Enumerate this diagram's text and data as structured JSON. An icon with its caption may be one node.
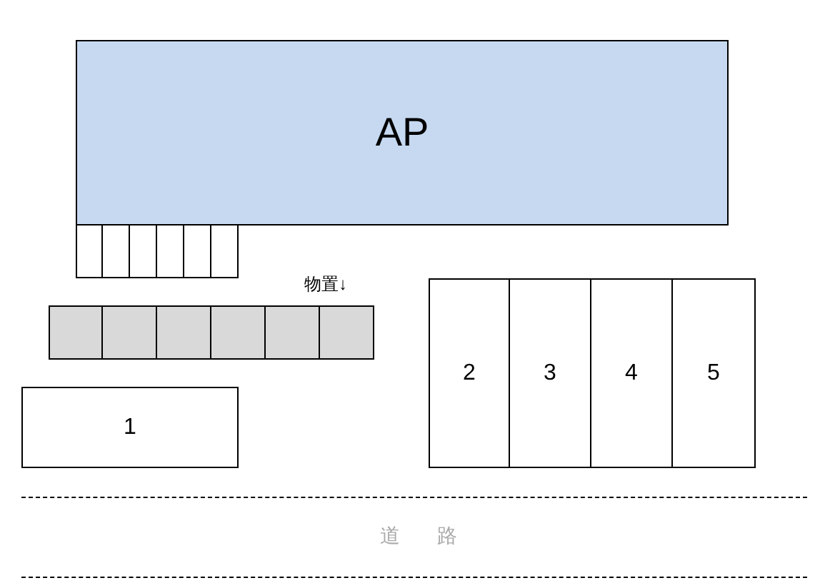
{
  "diagram": {
    "nodes": [
      {
        "text": [
          "AP"
        ]
      },
      {
        "text": [],
        "shape": "box"
      },
      {
        "text": [],
        "shape": "box"
      },
      {
        "text": [],
        "shape": "box"
      },
      {
        "text": [],
        "shape": "box"
      },
      {
        "text": [],
        "shape": "box"
      },
      {
        "text": [],
        "shape": "box"
      },
      {
        "text": [],
        "shape": "box"
      },
      {
        "text": [],
        "shape": "box"
      },
      {
        "text": [],
        "shape": "box"
      },
      {
        "text": [],
        "shape": "box"
      },
      {
        "text": [],
        "shape": "box"
      },
      {
        "text": [],
        "shape": "box"
      },
      {
        "text": [
          "2"
        ]
      },
      {
        "text": [
          "3"
        ]
      },
      {
        "text": [
          "4"
        ]
      },
      {
        "text": [
          "5"
        ]
      },
      {
        "text": [
          "1"
        ]
      }
    ],
    "labels": [
      "物置↓",
      "道　路"
    ]
  }
}
